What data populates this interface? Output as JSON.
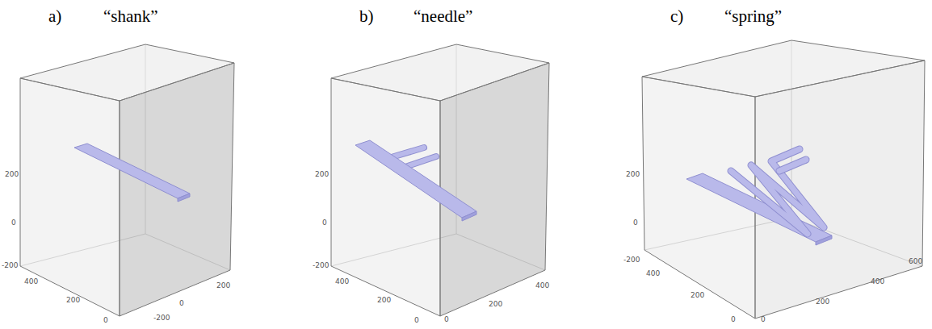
{
  "diagram": {
    "labels": [
      "a)",
      "“shank”",
      "b)",
      "“needle”",
      "c)",
      "“spring”",
      "200",
      "0",
      "-200",
      "400",
      "200",
      "0",
      "-200",
      "0",
      "200",
      "200",
      "0",
      "-200",
      "400",
      "200",
      "0",
      "0",
      "200",
      "400",
      "200",
      "0",
      "-200",
      "400",
      "200",
      "0",
      "0",
      "200",
      "400",
      "600"
    ]
  }
}
